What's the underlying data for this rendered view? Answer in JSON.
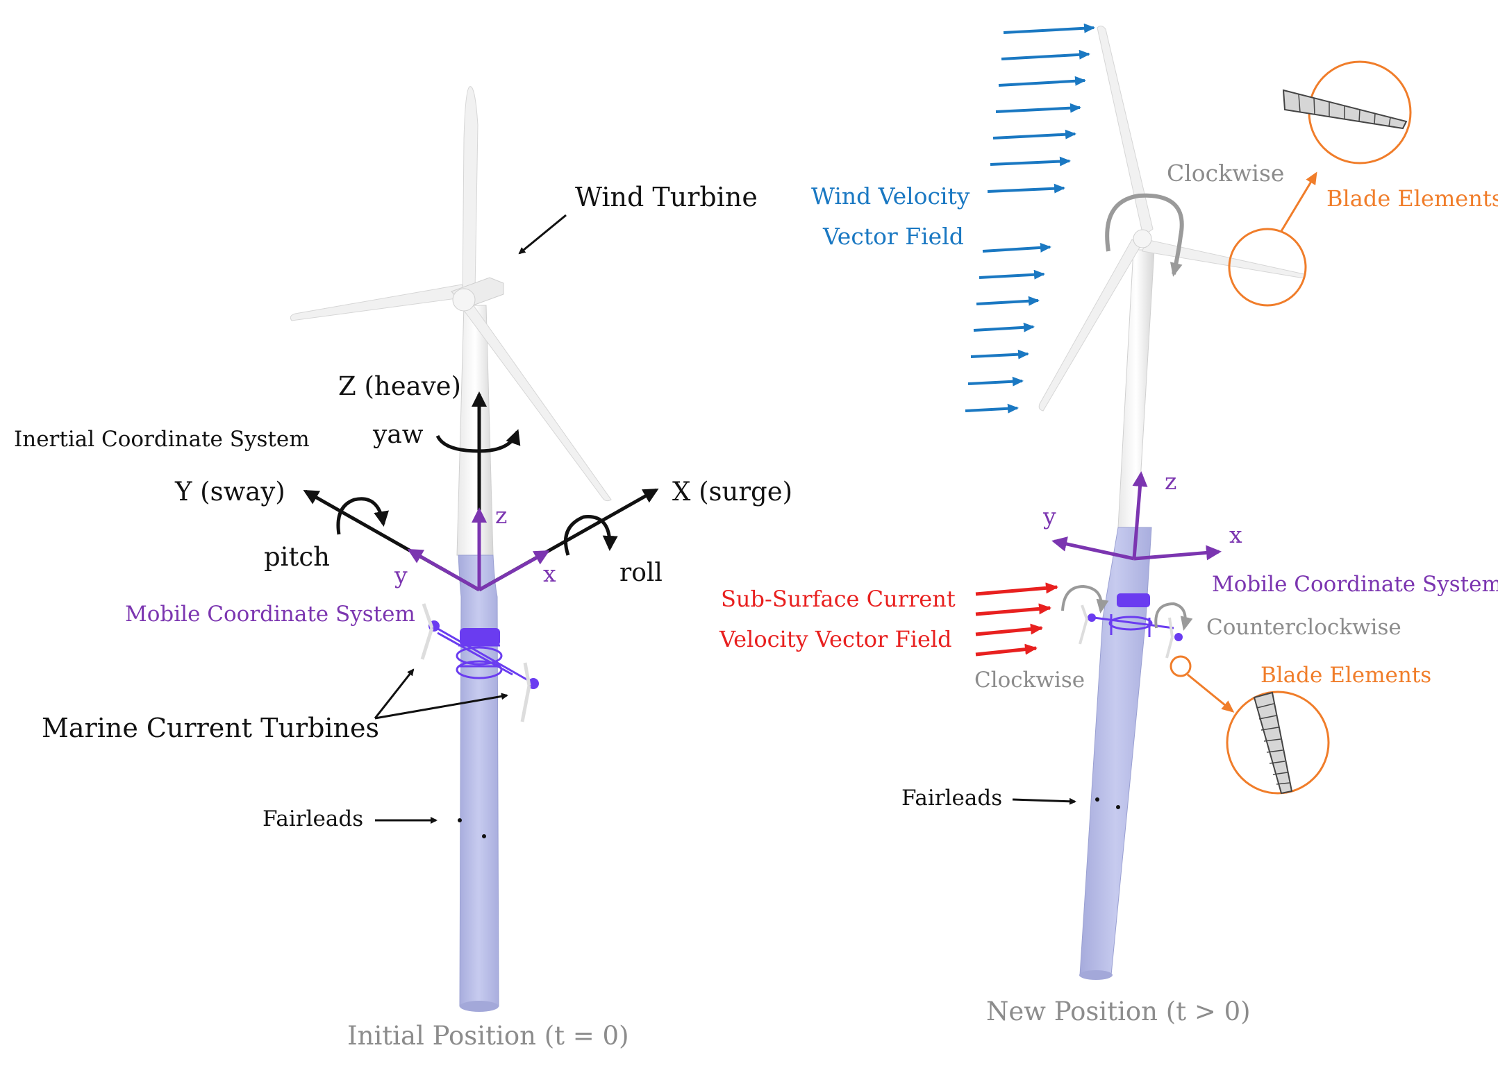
{
  "colors": {
    "black": "#111111",
    "purple": "#7b35b0",
    "wind_blue": "#1a78c2",
    "current_red": "#e8201f",
    "gray": "#8c8c8c",
    "orange": "#f07d2a",
    "spar": "#b9bde6",
    "rotor_ring": "#6a3cf0"
  },
  "left_panel": {
    "wind_turbine": "Wind Turbine",
    "inertial_system": "Inertial Coordinate System",
    "z_axis": "Z (heave)",
    "yaw": "yaw",
    "y_axis": "Y (sway)",
    "x_axis": "X (surge)",
    "pitch": "pitch",
    "roll": "roll",
    "mobile_z": "z",
    "mobile_y": "y",
    "mobile_x": "x",
    "mobile_system": "Mobile Coordinate System",
    "marine_turbines": "Marine Current Turbines",
    "fairleads": "Fairleads",
    "caption": "Initial Position (t = 0)"
  },
  "right_panel": {
    "wind_field_line1": "Wind Velocity",
    "wind_field_line2": "Vector Field",
    "rotor_direction": "Clockwise",
    "blade_elements_top": "Blade Elements",
    "mobile_z": "z",
    "mobile_y": "y",
    "mobile_x": "x",
    "mobile_system": "Mobile Coordinate System",
    "current_line1": "Sub-Surface Current",
    "current_line2": "Velocity Vector Field",
    "counterclockwise": "Counterclockwise",
    "clockwise_lower": "Clockwise",
    "blade_elements_bottom": "Blade Elements",
    "fairleads": "Fairleads",
    "caption": "New Position (t > 0)"
  }
}
